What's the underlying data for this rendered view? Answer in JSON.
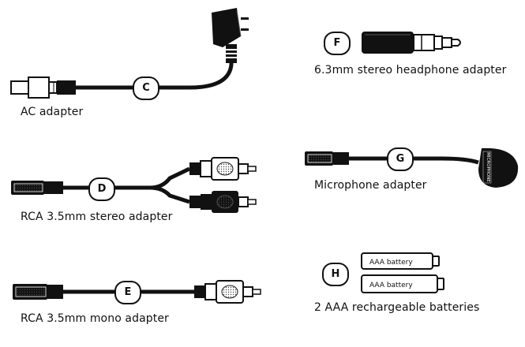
{
  "items": [
    {
      "letter": "C",
      "label": "AC adapter"
    },
    {
      "letter": "D",
      "label": "RCA 3.5mm stereo adapter"
    },
    {
      "letter": "E",
      "label": "RCA 3.5mm mono adapter"
    },
    {
      "letter": "F",
      "label": "6.3mm stereo headphone adapter"
    },
    {
      "letter": "G",
      "label": "Microphone adapter"
    },
    {
      "letter": "H",
      "label": "2 AAA rechargeable batteries"
    }
  ],
  "battery_labels": [
    "AAA battery",
    "AAA battery"
  ],
  "mic_label": "MICROPHONE",
  "colors": {
    "ink": "#111111",
    "paper": "#ffffff",
    "shade": "#999999"
  }
}
